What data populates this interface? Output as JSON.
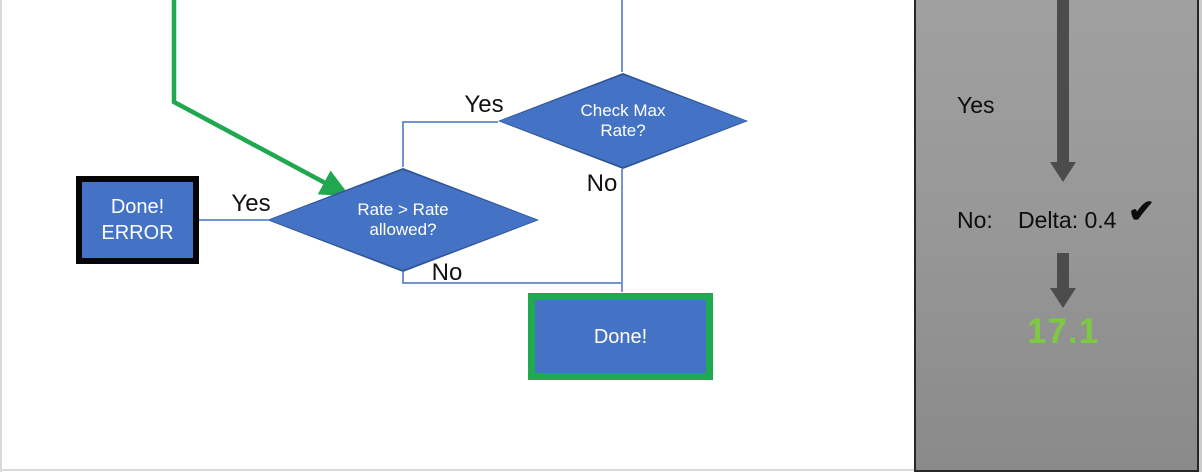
{
  "slide": {
    "flowchart": {
      "check_max_diamond": {
        "line1": "Check Max",
        "line2": "Rate?"
      },
      "rate_allowed_diamond": {
        "line1": "Rate > Rate",
        "line2": "allowed?"
      },
      "done_error_box": {
        "line1": "Done!",
        "line2": "ERROR"
      },
      "done_box": {
        "label": "Done!"
      },
      "check_max_yes_label": "Yes",
      "check_max_no_label": "No",
      "rate_allowed_yes_label": "Yes",
      "rate_allowed_no_label": "No"
    },
    "side_panel": {
      "yes_label": "Yes",
      "no_label": "No:",
      "delta_value": "Delta: 0.4",
      "checkmark_icon": "✔",
      "result_value": "17.1"
    },
    "colors": {
      "shape_blue": "#4472C4",
      "shape_blue_border": "#2F5597",
      "flow_green": "#1FA84F",
      "result_green": "#7EC943",
      "arrow_gray": "#4C4C4C",
      "panel_border": "#262626",
      "panel_gray_top": "#A0A0A0",
      "panel_gray_bottom": "#8A8A8A"
    }
  }
}
